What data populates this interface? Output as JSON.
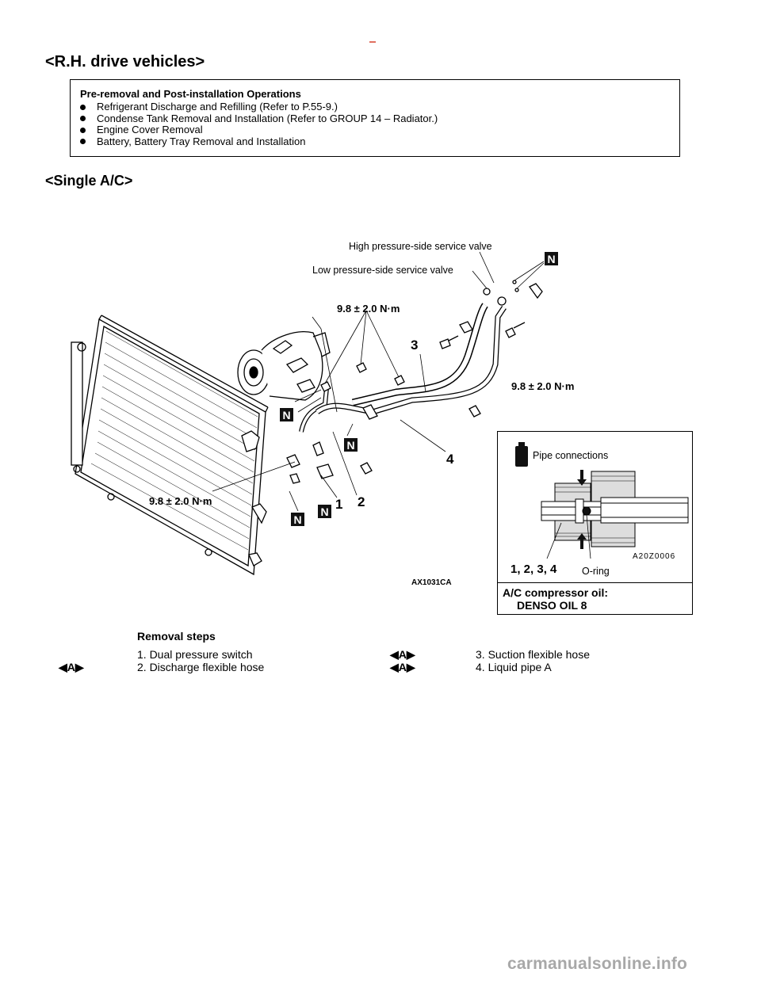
{
  "header": {
    "title": "<R.H. drive vehicles>"
  },
  "pre_removal": {
    "heading": "Pre-removal and Post-installation Operations",
    "items": [
      "Refrigerant Discharge and Refilling  (Refer to P.55-9.)",
      "Condense Tank Removal and Installation  (Refer to GROUP 14 – Radiator.)",
      "Engine Cover Removal",
      "Battery, Battery Tray Removal and Installation"
    ]
  },
  "section": {
    "title": "<Single A/C>"
  },
  "diagram": {
    "labels": {
      "high_valve": "High pressure-side service valve",
      "low_valve": "Low pressure-side service valve"
    },
    "torques": {
      "top": "9.8 ± 2.0 N·m",
      "right": "9.8 ± 2.0 N·m",
      "left": "9.8 ± 2.0 N·m"
    },
    "callouts": {
      "n1": "1",
      "n2": "2",
      "n3": "3",
      "n4": "4"
    },
    "n_mark": "N",
    "figure_code": "AX1031CA"
  },
  "inset": {
    "title": "Pipe connections",
    "code": "A20Z0006",
    "parts": "1, 2, 3, 4",
    "oring": "O-ring",
    "oil_label": "A/C compressor oil:",
    "oil_value": "DENSO OIL 8"
  },
  "removal": {
    "title": "Removal steps",
    "tag": "A",
    "steps": [
      "1. Dual pressure switch",
      "2. Discharge flexible hose",
      "3. Suction flexible hose",
      "4. Liquid pipe A"
    ]
  },
  "footer": {
    "watermark": "carmanualsonline.info"
  }
}
